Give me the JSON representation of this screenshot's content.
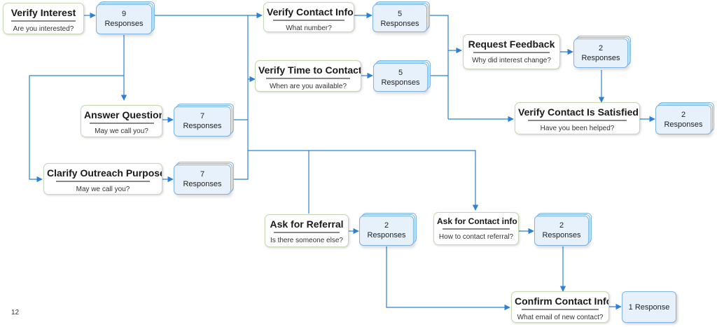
{
  "steps": {
    "verify_interest": {
      "title": "Verify Interest",
      "question": "Are you interested?"
    },
    "verify_contact_info": {
      "title": "Verify Contact Info",
      "question": "What number?"
    },
    "verify_time": {
      "title": "Verify Time to Contact",
      "question": "When are you available?"
    },
    "request_feedback": {
      "title": "Request Feedback",
      "question": "Why did interest change?"
    },
    "answer_question": {
      "title": "Answer Question",
      "question": "May we call you?"
    },
    "clarify_purpose": {
      "title": "Clarify Outreach Purpose",
      "question": "May we call you?"
    },
    "verify_satisfied": {
      "title": "Verify Contact Is Satisfied",
      "question": "Have you been helped?"
    },
    "ask_referral": {
      "title": "Ask for Referral",
      "question": "Is there someone else?"
    },
    "ask_contact_info": {
      "title": "Ask for Contact info",
      "question": "How to contact referral?"
    },
    "confirm_contact": {
      "title": "Confirm Contact Info",
      "question": "What email of new contact?"
    }
  },
  "responses": {
    "verify_interest": {
      "count": "9",
      "label": "Responses"
    },
    "verify_contact_info": {
      "count": "5",
      "label": "Responses"
    },
    "verify_time": {
      "count": "5",
      "label": "Responses"
    },
    "request_feedback": {
      "count": "2",
      "label": "Responses"
    },
    "answer_question": {
      "count": "7",
      "label": "Responses"
    },
    "clarify_purpose": {
      "count": "7",
      "label": "Responses"
    },
    "verify_satisfied": {
      "count": "2",
      "label": "Responses"
    },
    "ask_referral": {
      "count": "2",
      "label": "Responses"
    },
    "ask_contact_info": {
      "count": "2",
      "label": "Responses"
    },
    "confirm_contact": {
      "text": "1 Response"
    }
  },
  "page_number": "12",
  "colors": {
    "connector": "#2e7fd6",
    "response_fill": "#e6f1fb",
    "response_border": "#7fb2e5",
    "step_border": "#c4d9b4"
  }
}
